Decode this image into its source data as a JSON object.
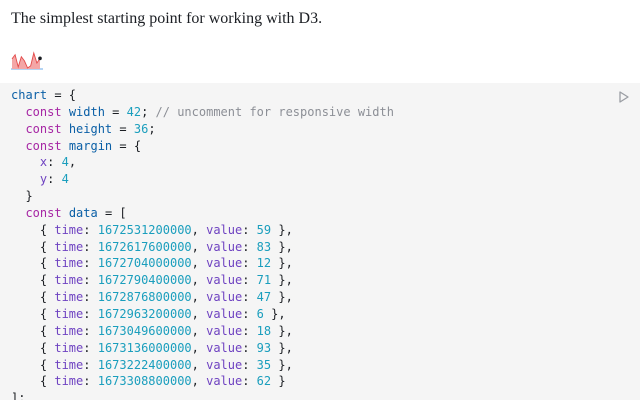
{
  "intro": {
    "text": "The simplest starting point for working with D3."
  },
  "sparkline": {
    "area_color": "#f4a6a6",
    "line_color": "#e34a4a",
    "dot_color": "#1b1e23",
    "values": [
      59,
      83,
      12,
      71,
      47,
      6,
      18,
      93,
      35,
      62
    ]
  },
  "code": {
    "chart_var": "chart",
    "eq_open": " = {",
    "const_kw": "const",
    "width_name": "width",
    "width_value": "42",
    "width_comment": "// uncomment for responsive width",
    "height_name": "height",
    "height_value": "36",
    "margin_name": "margin",
    "margin_x_key": "x",
    "margin_x_value": "4",
    "margin_y_key": "y",
    "margin_y_value": "4",
    "close_brace": "}",
    "data_name": "data",
    "array_open": " = [",
    "array_close": "];",
    "time_key": "time",
    "value_key": "value",
    "rows": [
      {
        "time": "1672531200000",
        "value": "59"
      },
      {
        "time": "1672617600000",
        "value": "83"
      },
      {
        "time": "1672704000000",
        "value": "12"
      },
      {
        "time": "1672790400000",
        "value": "71"
      },
      {
        "time": "1672876800000",
        "value": "47"
      },
      {
        "time": "1672963200000",
        "value": "6"
      },
      {
        "time": "1673049600000",
        "value": "18"
      },
      {
        "time": "1673136000000",
        "value": "93"
      },
      {
        "time": "1673222400000",
        "value": "35"
      },
      {
        "time": "1673308800000",
        "value": "62"
      }
    ]
  },
  "run_button": {
    "icon": "play-icon",
    "color": "#9a9da3"
  }
}
